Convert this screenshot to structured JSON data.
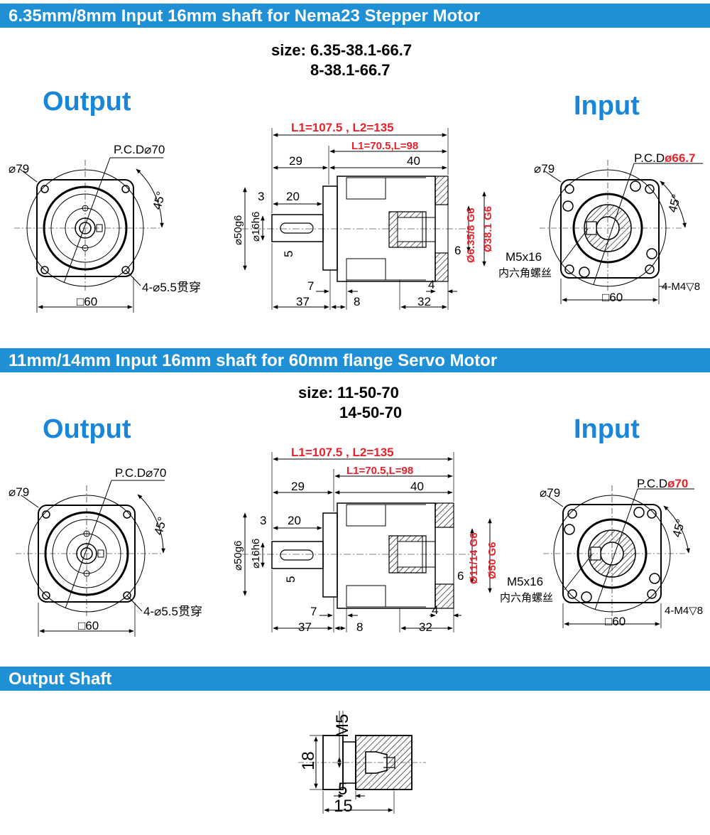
{
  "section1": {
    "title": "6.35mm/8mm Input 16mm shaft for Nema23 Stepper Motor",
    "size_line1": "size: 6.35-38.1-66.7",
    "size_line2": "8-38.1-66.7",
    "output_label": "Output",
    "input_label": "Input",
    "output_view": {
      "diam": "⌀79",
      "pcd": "P.C.D⌀70",
      "angle": "45°",
      "holes": "4-⌀5.5贯穿",
      "square": "□60"
    },
    "side_view": {
      "l_total": "L1=107.5 , L2=135",
      "l_partial": "L1=70.5,L=98",
      "d29": "29",
      "d40": "40",
      "d3": "3",
      "d20": "20",
      "shaft_d": "⌀50g6",
      "shaft_d2": "⌀16h6",
      "key": "5",
      "bore": "Ø6.35/8 G6",
      "flange": "Ø38.1 G6",
      "d6": "6",
      "d7": "7",
      "d4": "4",
      "d37": "37",
      "d8": "8",
      "d32": "32"
    },
    "input_view": {
      "diam": "⌀79",
      "pcd_prefix": "P.C.D",
      "pcd_value": "ø66.7",
      "angle": "45°",
      "screw": "M5x16",
      "screw_cn": "内六角螺丝",
      "tap": "4-M4▽8",
      "square": "□60"
    }
  },
  "section2": {
    "title": "11mm/14mm Input 16mm shaft for 60mm flange Servo Motor",
    "size_line1": "size: 11-50-70",
    "size_line2": "14-50-70",
    "output_label": "Output",
    "input_label": "Input",
    "output_view": {
      "diam": "⌀79",
      "pcd": "P.C.D⌀70",
      "angle": "45°",
      "holes": "4-⌀5.5贯穿",
      "square": "□60"
    },
    "side_view": {
      "l_total": "L1=107.5 , L2=135",
      "l_partial": "L1=70.5,L=98",
      "d29": "29",
      "d40": "40",
      "d3": "3",
      "d20": "20",
      "shaft_d": "⌀50g6",
      "shaft_d2": "⌀16h6",
      "key": "5",
      "bore": "Ø11/14 G6",
      "flange": "Ø50 G6",
      "d6": "6",
      "d7": "7",
      "d4": "4",
      "d37": "37",
      "d8": "8",
      "d32": "32"
    },
    "input_view": {
      "diam": "⌀79",
      "pcd_prefix": "P.C.D",
      "pcd_value": "ø70",
      "angle": "45°",
      "screw": "M5x16",
      "screw_cn": "内六角螺丝",
      "tap": "4-M4▽8",
      "square": "□60"
    }
  },
  "section3": {
    "title": "Output Shaft",
    "shaft": {
      "m5": "M5",
      "d18": "18",
      "d5": "5",
      "d15": "15"
    }
  },
  "colors": {
    "banner": "#1f8fd6",
    "label_blue": "#1a86d9",
    "red": "#e8222b"
  }
}
